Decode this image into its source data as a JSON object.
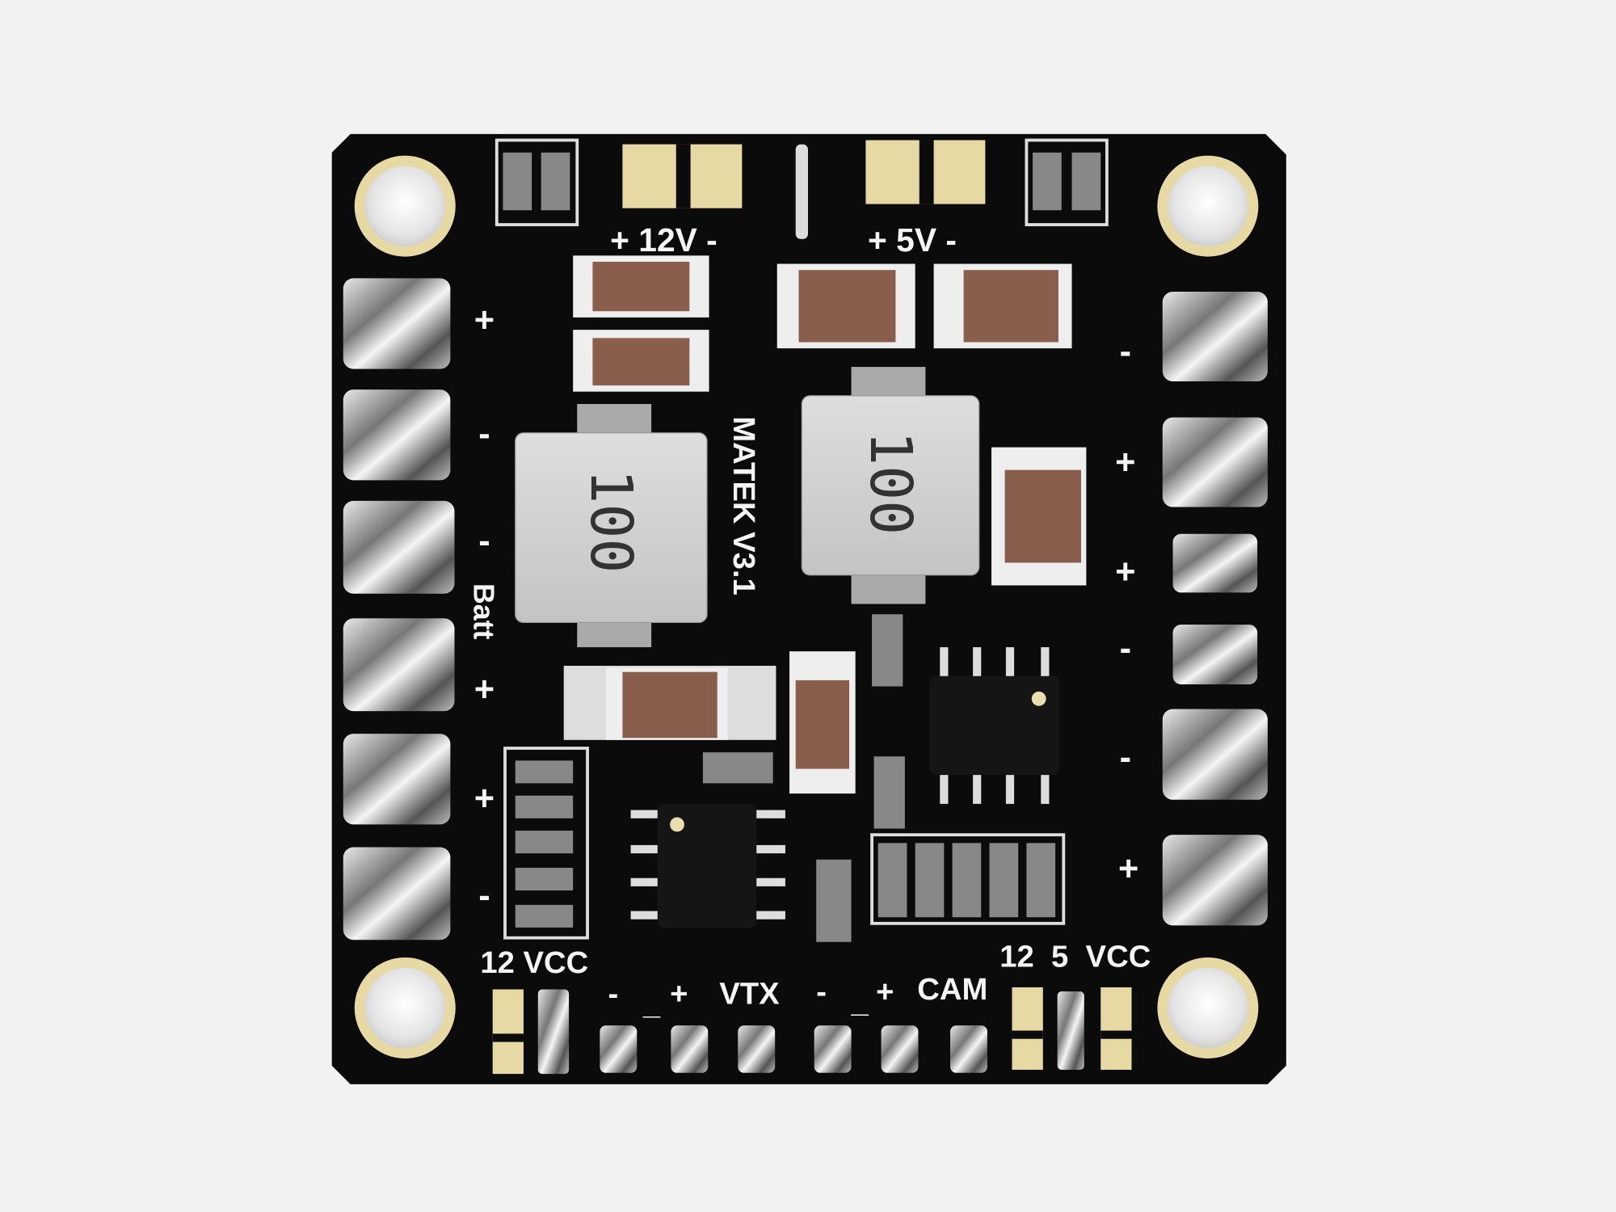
{
  "board": {
    "brand": "MATEK",
    "version": "V3.1",
    "top_labels": {
      "v12": "+ 12V -",
      "v5": "+ 5V -"
    },
    "inductor_marking": "100",
    "left_pad_labels": [
      "+",
      "-",
      "-",
      "+",
      "+",
      "-"
    ],
    "batt_label": "Batt",
    "right_pad_labels": [
      "-",
      "+",
      "+",
      "-",
      "-",
      "+"
    ],
    "bottom_labels": {
      "left": "12 VCC",
      "vtx_minus": "-",
      "vtx_gnd": "_",
      "vtx_plus": "+",
      "vtx": "VTX",
      "cam_minus": "-",
      "cam_gnd": "_",
      "cam_plus": "+",
      "cam": "CAM",
      "right": "12  5  VCC"
    },
    "colors": {
      "pcb": "#0b0b0b",
      "gold": "#e6d9a4",
      "cap": "#8a5e4c",
      "bg": "#f2f2f2"
    }
  }
}
